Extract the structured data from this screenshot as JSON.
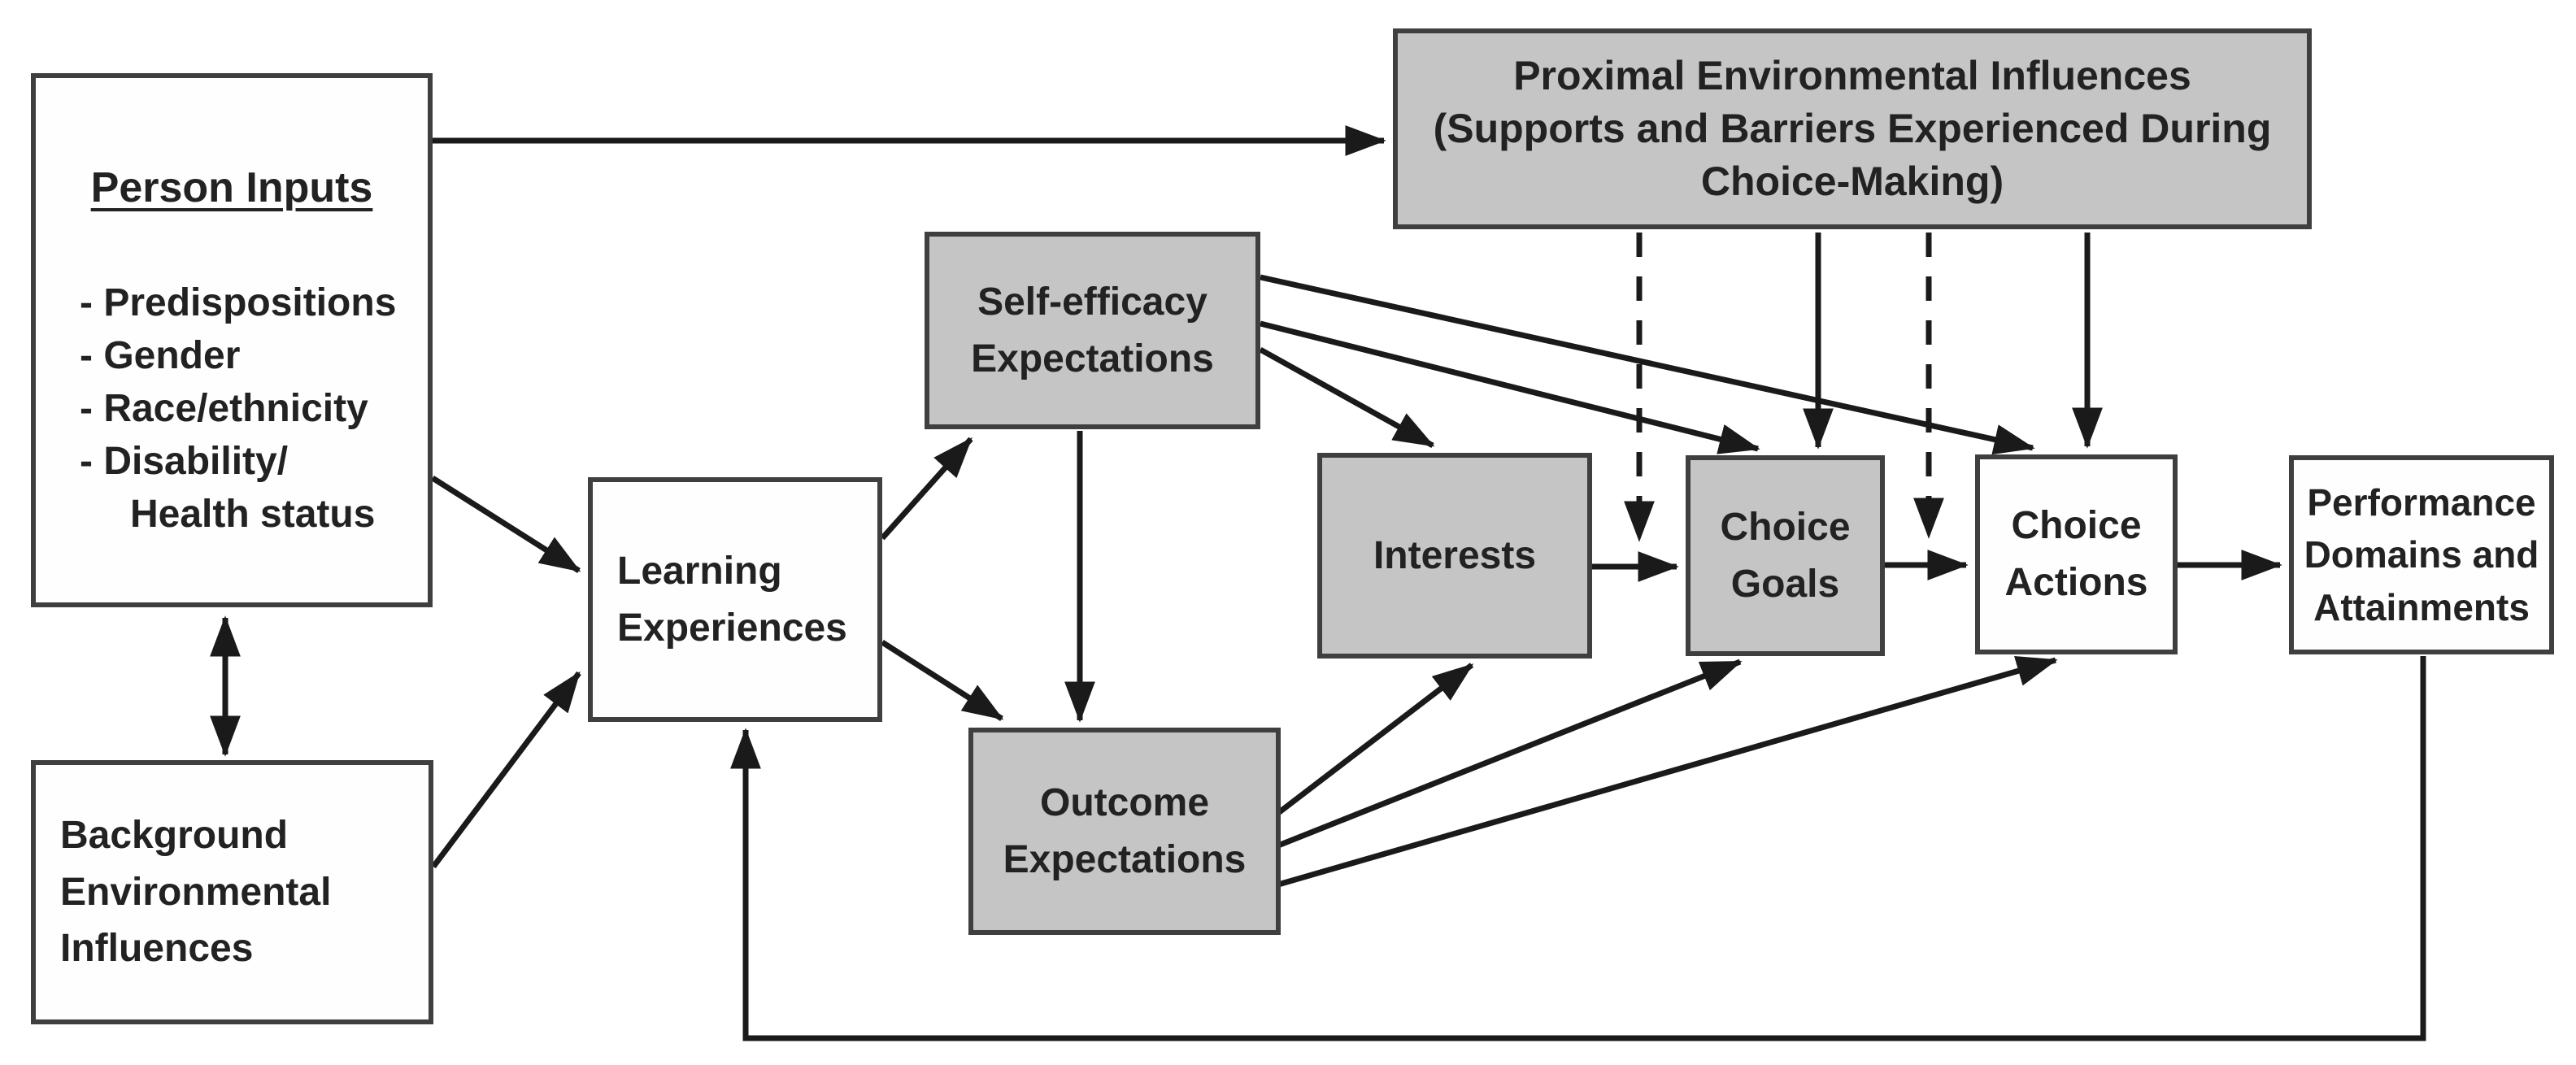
{
  "colors": {
    "page_bg": "#ffffff",
    "box_gray": "#c5c5c5",
    "box_white": "#fefefe",
    "box_border": "#3f3f3f",
    "line": "#1a1a1a"
  },
  "boxes": {
    "person_inputs": {
      "title": "Person Inputs",
      "items": [
        "- Predispositions",
        "- Gender",
        "- Race/ethnicity",
        "- Disability/",
        "Health status"
      ]
    },
    "background_environment": {
      "lines": [
        "Background",
        "Environmental",
        "Influences"
      ]
    },
    "learning_experiences": {
      "lines": [
        "Learning",
        "Experiences"
      ]
    },
    "self_efficacy": {
      "lines": [
        "Self-efficacy",
        "Expectations"
      ]
    },
    "outcome_expectations": {
      "lines": [
        "Outcome",
        "Expectations"
      ]
    },
    "proximal_influences": {
      "lines": [
        "Proximal Environmental Influences",
        "(Supports and Barriers Experienced During",
        "Choice-Making)"
      ]
    },
    "interests": {
      "lines": [
        "Interests"
      ]
    },
    "choice_goals": {
      "lines": [
        "Choice",
        "Goals"
      ]
    },
    "choice_actions": {
      "lines": [
        "Choice",
        "Actions"
      ]
    },
    "performance": {
      "lines": [
        "Performance",
        "Domains and",
        "Attainments"
      ]
    }
  }
}
